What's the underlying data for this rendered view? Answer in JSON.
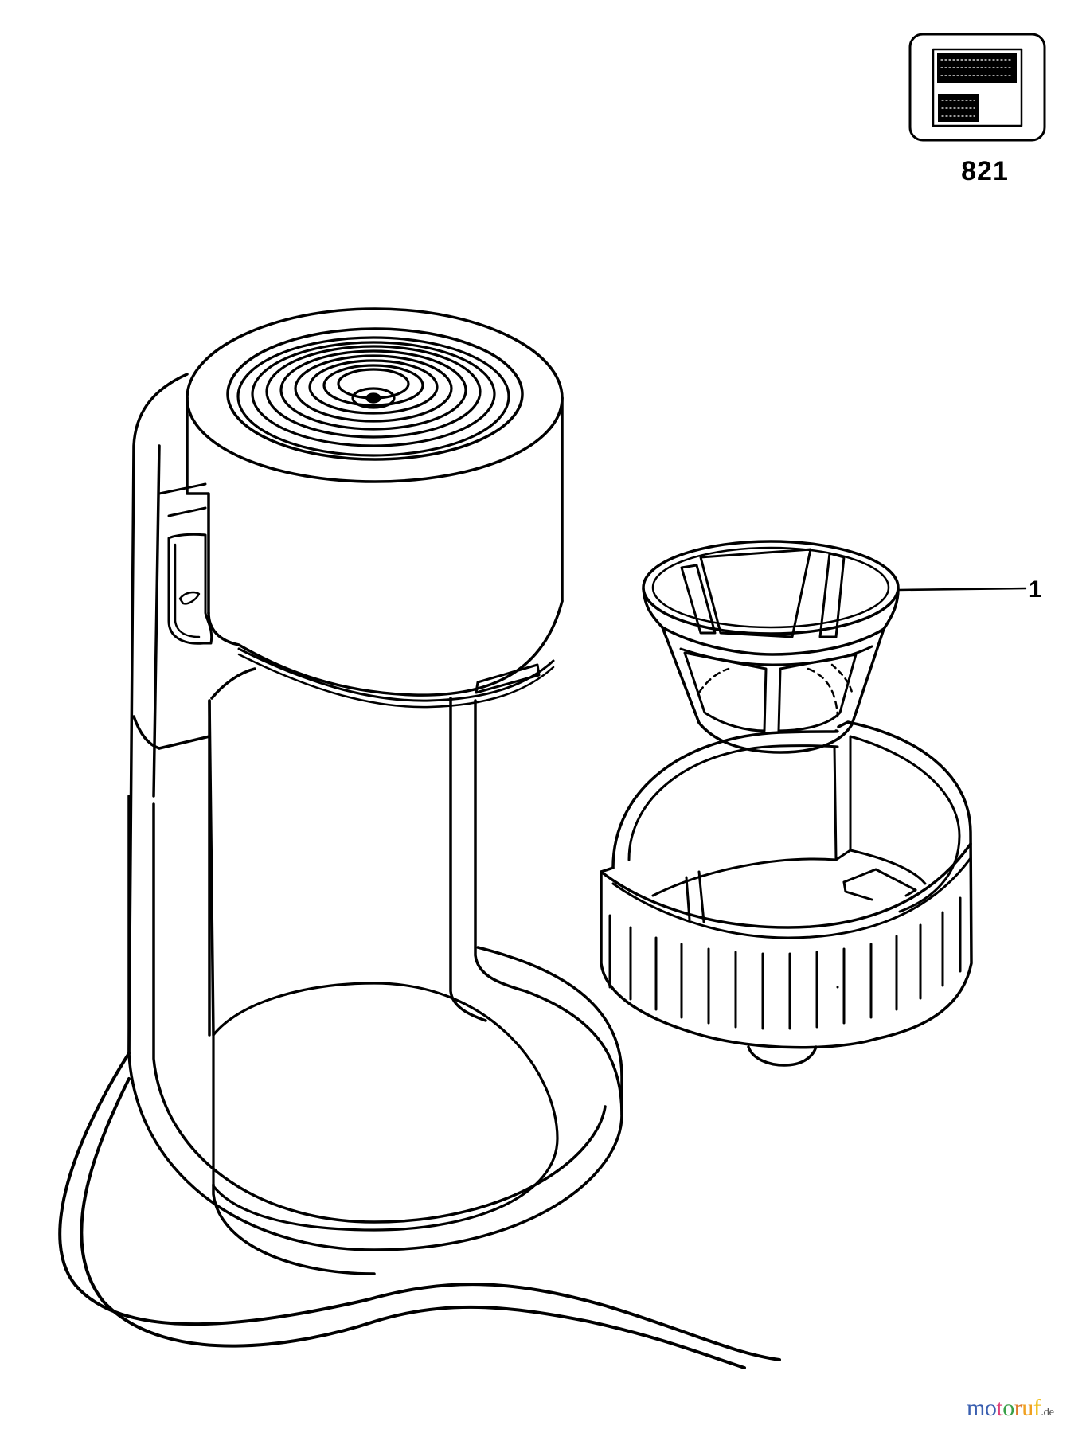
{
  "diagram": {
    "type": "exploded-parts-drawing",
    "subject": "coffee maker with removable filter basket",
    "catalog_icon": {
      "name": "page-layout-icon",
      "number": "821"
    },
    "parts": [
      {
        "number": "1",
        "name": "filter-basket"
      }
    ],
    "callouts": [
      {
        "label": "1",
        "target": "filter-basket"
      }
    ],
    "line_color": "#000000",
    "background": "#ffffff"
  },
  "watermark": {
    "letters": [
      {
        "char": "m",
        "color": "#3a5fb0"
      },
      {
        "char": "o",
        "color": "#3a5fb0"
      },
      {
        "char": "t",
        "color": "#e0407a"
      },
      {
        "char": "o",
        "color": "#3aa048"
      },
      {
        "char": "r",
        "color": "#e07a2a"
      },
      {
        "char": "u",
        "color": "#f0a020"
      },
      {
        "char": "f",
        "color": "#f0c020"
      }
    ],
    "suffix": ".de"
  }
}
